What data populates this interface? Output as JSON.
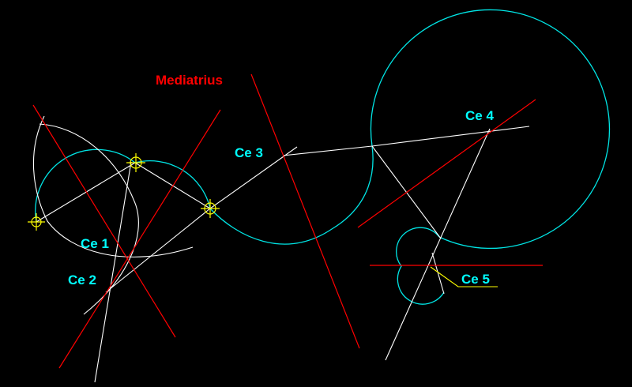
{
  "diagram": {
    "title": "Mediatrius",
    "labels": {
      "ce1": "Ce 1",
      "ce2": "Ce 2",
      "ce3": "Ce 3",
      "ce4": "Ce 4",
      "ce5": "Ce 5"
    },
    "colors": {
      "background": "#000000",
      "arc": "#00e5e5",
      "construction": "#ffffff",
      "bisector": "#ff0000",
      "marker": "#ffff00",
      "label": "#00ffff",
      "title": "#ff0000",
      "leader": "#ffff00"
    }
  }
}
